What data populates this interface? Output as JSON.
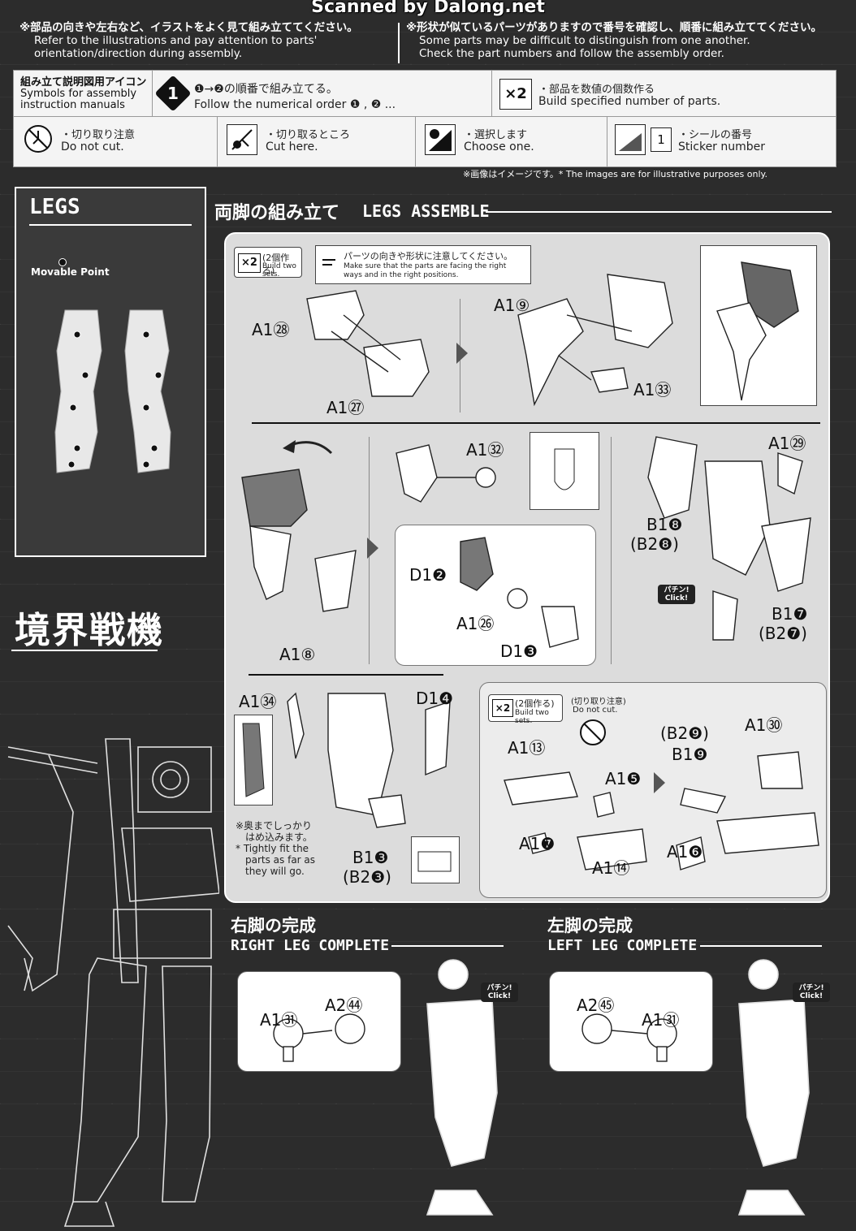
{
  "watermark": "Scanned by Dalong.net",
  "top_notes": {
    "left_jp": "※部品の向きや左右など、イラストをよく見て組み立ててください。",
    "left_en1": "Refer to the illustrations and pay attention to parts'",
    "left_en2": "orientation/direction during assembly.",
    "right_jp": "※形状が似ているパーツがありますので番号を確認し、順番に組み立ててください。",
    "right_en1": "Some parts may be difficult to distinguish from one another.",
    "right_en2": "Check the part numbers and follow the assembly order."
  },
  "icons": {
    "title_jp": "組み立て説明図用アイコン",
    "title_en1": "Symbols for assembly",
    "title_en2": "instruction manuals",
    "order_badge": "1",
    "order_jp_a": "❶→❷の順番で組み立てる。",
    "order_en": "Follow the numerical order ❶ , ❷ ...",
    "x2_badge": "×2",
    "x2_jp": "・部品を数値の個数作る",
    "x2_en": "Build specified number of parts.",
    "nocut_jp": "・切り取り注意",
    "nocut_en": "Do not cut.",
    "cut_jp": "・切り取るところ",
    "cut_en": "Cut here.",
    "choose_jp": "・選択します",
    "choose_en": "Choose one.",
    "sticker_num": "1",
    "sticker_jp": "・シールの番号",
    "sticker_en": "Sticker number",
    "disclaimer": "※画像はイメージです。* The images are for illustrative purposes only."
  },
  "sidebar": {
    "legs_title": "LEGS",
    "movable": "Movable Point",
    "logo": "境界戦機"
  },
  "section": {
    "title_jp": "両脚の組み立て",
    "title_en": "LEGS ASSEMBLE"
  },
  "step1": {
    "x2": "×2",
    "x2_jp": "(2個作る)",
    "x2_en": "Build two sets.",
    "warn_jp": "パーツの向きや形状に注意してください。",
    "warn_en1": "Make sure that the parts are facing the right",
    "warn_en2": "ways and in the right positions.",
    "labels": [
      "A1㉘",
      "A1㉗",
      "A1⑨",
      "A1㉝"
    ]
  },
  "step2": {
    "labels": [
      "A1⑧",
      "A1㉜",
      "D1❷",
      "A1㉖",
      "D1❸",
      "A1㉙",
      "B1❽",
      "(B2❽)",
      "B1❼",
      "(B2❼)"
    ],
    "click": "パチン! Click!"
  },
  "step3": {
    "labels": [
      "A1㉞",
      "D1❹",
      "B1❸",
      "(B2❸)"
    ],
    "note_jp1": "※奥までしっかり",
    "note_jp2": "はめ込みます。",
    "note_en1": "* Tightly fit the",
    "note_en2": "parts as far as",
    "note_en3": "they will go."
  },
  "step4": {
    "x2": "×2",
    "x2_jp": "(2個作る)",
    "x2_en": "Build two sets.",
    "nocut_jp": "(切り取り注意)",
    "nocut_en": "Do not cut.",
    "labels": [
      "A1⑬",
      "A1❺",
      "A1❼",
      "A1⑭",
      "(B2❾)",
      "B1❾",
      "A1㉚",
      "A1❻"
    ]
  },
  "right_leg": {
    "title_jp": "右脚の完成",
    "title_en": "RIGHT LEG COMPLETE",
    "labels": [
      "A1㉛",
      "A2㊹"
    ],
    "click": "パチン! Click!"
  },
  "left_leg": {
    "title_jp": "左脚の完成",
    "title_en": "LEFT LEG COMPLETE",
    "labels": [
      "A2㊺",
      "A1㉛"
    ],
    "click": "パチン! Click!"
  }
}
